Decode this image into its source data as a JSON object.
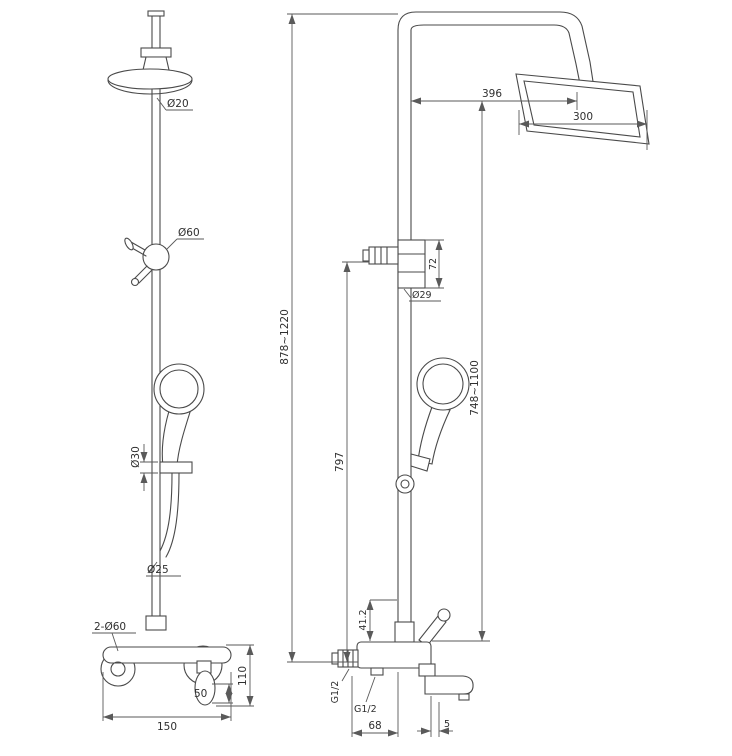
{
  "colors": {
    "line": "#4a4a4a",
    "dimension": "#5a5a5a",
    "text": "#2f2f2f",
    "background": "#ffffff"
  },
  "left": {
    "d_head_pipe": "Ø20",
    "d_diverter": "Ø60",
    "d_bracket": "Ø30",
    "d_pipe": "Ø25",
    "d_flanges": "2-Ø60",
    "h_handle": "50",
    "h_body": "110",
    "w_body": "150"
  },
  "right": {
    "reach": "396",
    "head_width": "300",
    "overall_height": "878~1220",
    "diverter_height": "72",
    "d_pipe": "Ø29",
    "head_height": "748~1100",
    "riser_height": "797",
    "spout_rise": "41.2",
    "side_thread": "G1/2",
    "inlet_span": "68",
    "bottom_thread": "G1/2",
    "tip_offset": "5"
  }
}
